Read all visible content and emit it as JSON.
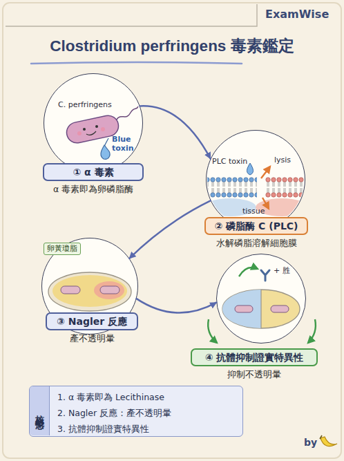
{
  "diagram": {
    "title": "Clostridium perfringens 毒素鑑定",
    "nodes": [
      {
        "text": [
          "C. perfringens",
          "Blue toxin"
        ]
      },
      {
        "text": [
          "① α 毒素",
          "α 毒素即為卵磷脂酶"
        ]
      },
      {
        "text": [
          "PLC toxin",
          "lysis",
          "tissue"
        ]
      },
      {
        "text": [
          "② 磷脂酶 C (PLC)",
          "水解磷脂溶解細胞膜"
        ]
      },
      {
        "text": [
          "卵黃瓊脂"
        ]
      },
      {
        "text": [
          "③ Nagler 反應",
          "產不透明暈"
        ]
      },
      {
        "text": [
          "+ 胜"
        ]
      },
      {
        "text": [
          "④ 抗體抑制證實特異性",
          "抑制不透明暈"
        ]
      },
      {
        "text": [
          "核心概念",
          "1. α 毒素即為 Lecithinase",
          "2. Nagler 反應：產不透明暈",
          "3. 抗體抑制證實特異性"
        ]
      }
    ],
    "edges": [
      {
        "from": 0,
        "to": 2,
        "arrow": "to"
      },
      {
        "from": 2,
        "to": 4,
        "arrow": "to"
      },
      {
        "from": 4,
        "to": 6,
        "arrow": "to"
      }
    ],
    "labels": [
      "ExamWise",
      "by"
    ]
  }
}
